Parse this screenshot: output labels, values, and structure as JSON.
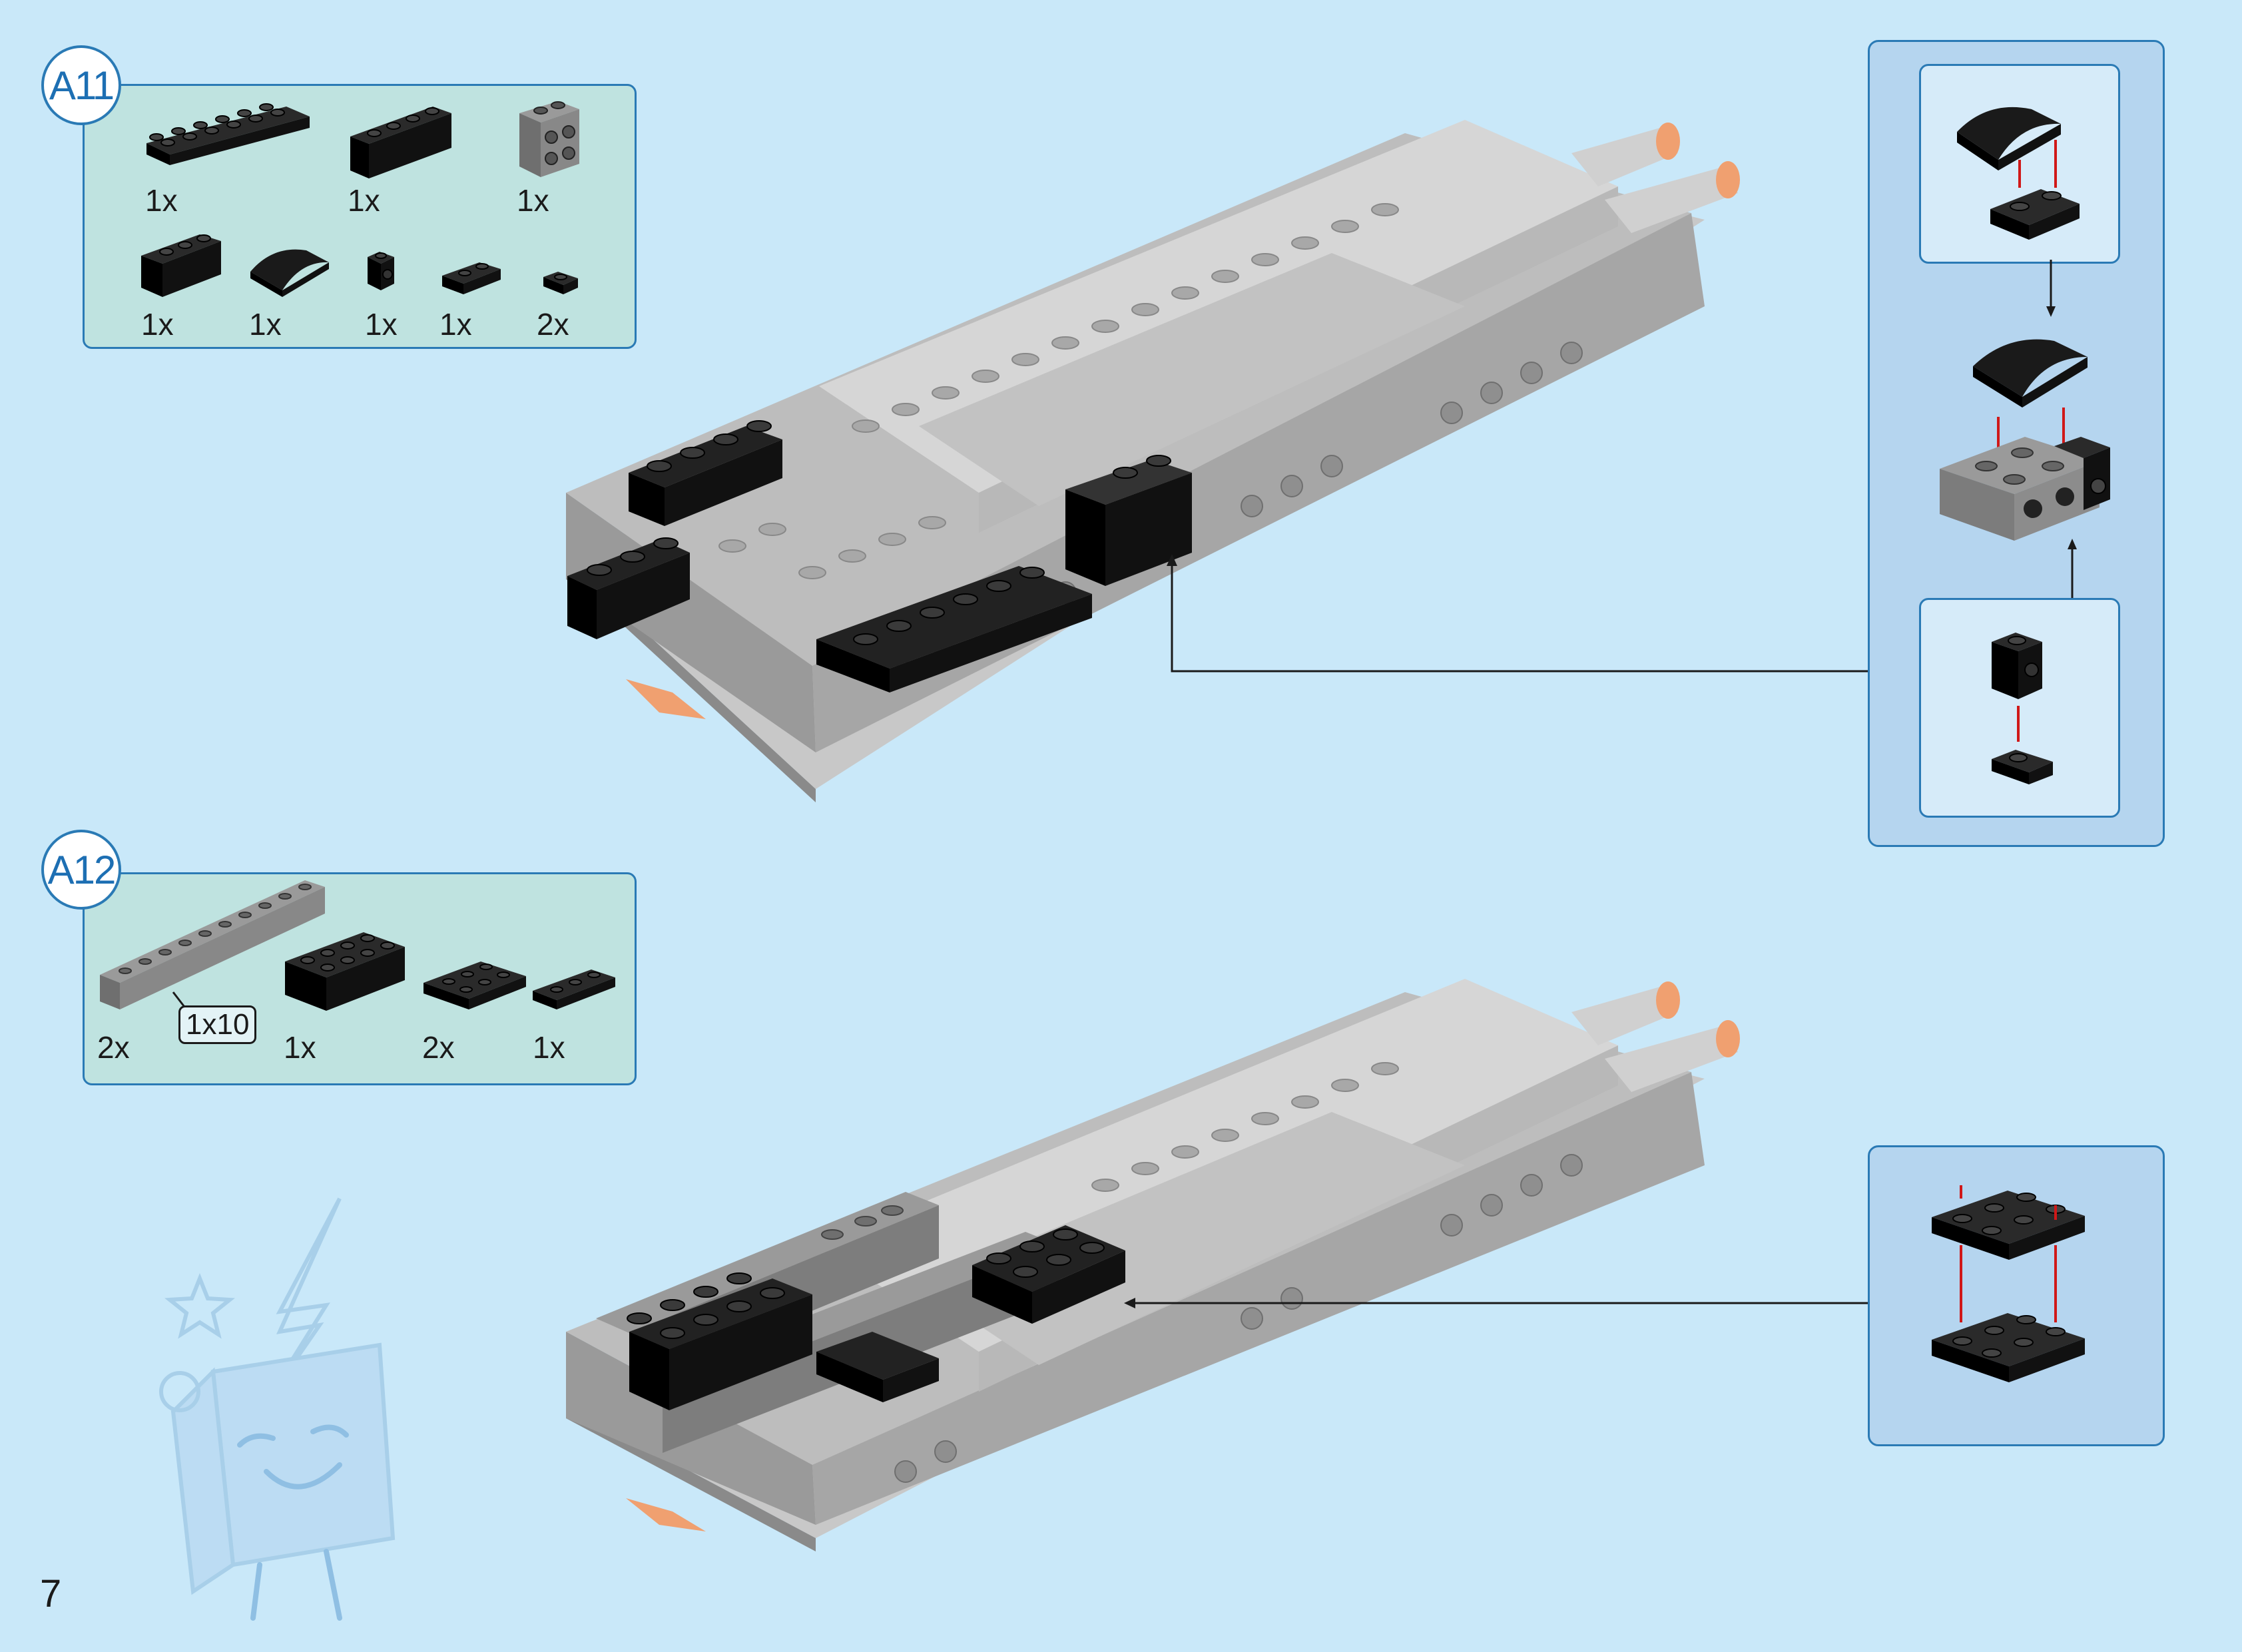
{
  "page": {
    "number": "7"
  },
  "steps": [
    {
      "label": "A11",
      "parts": [
        {
          "qty": "1x",
          "icon": "black-plate-2x6"
        },
        {
          "qty": "1x",
          "icon": "black-brick-1x4"
        },
        {
          "qty": "1x",
          "icon": "gray-brick-2x2-side-studs"
        },
        {
          "qty": "1x",
          "icon": "black-brick-1x3"
        },
        {
          "qty": "1x",
          "icon": "black-curved-slope"
        },
        {
          "qty": "1x",
          "icon": "black-brick-1x1-side-stud"
        },
        {
          "qty": "1x",
          "icon": "black-plate-1x2"
        },
        {
          "qty": "2x",
          "icon": "black-plate-1x1"
        }
      ]
    },
    {
      "label": "A12",
      "parts": [
        {
          "qty": "2x",
          "icon": "gray-brick-1x10"
        },
        {
          "qty": "1x",
          "icon": "black-brick-2x4"
        },
        {
          "qty": "2x",
          "icon": "black-plate-2x3"
        },
        {
          "qty": "1x",
          "icon": "black-plate-1x3"
        }
      ],
      "size_tag": "1x10"
    }
  ],
  "colors": {
    "background": "#c9e8f9",
    "parts_box": "#bfe3e0",
    "callout": "#b5d5ef",
    "border": "#2a7ab5",
    "gray_brick": "#a8a8a8",
    "light_gray": "#d2d2d2",
    "black_brick": "#111111",
    "accent_orange": "#f0a070",
    "arrow_red": "#d01818"
  }
}
